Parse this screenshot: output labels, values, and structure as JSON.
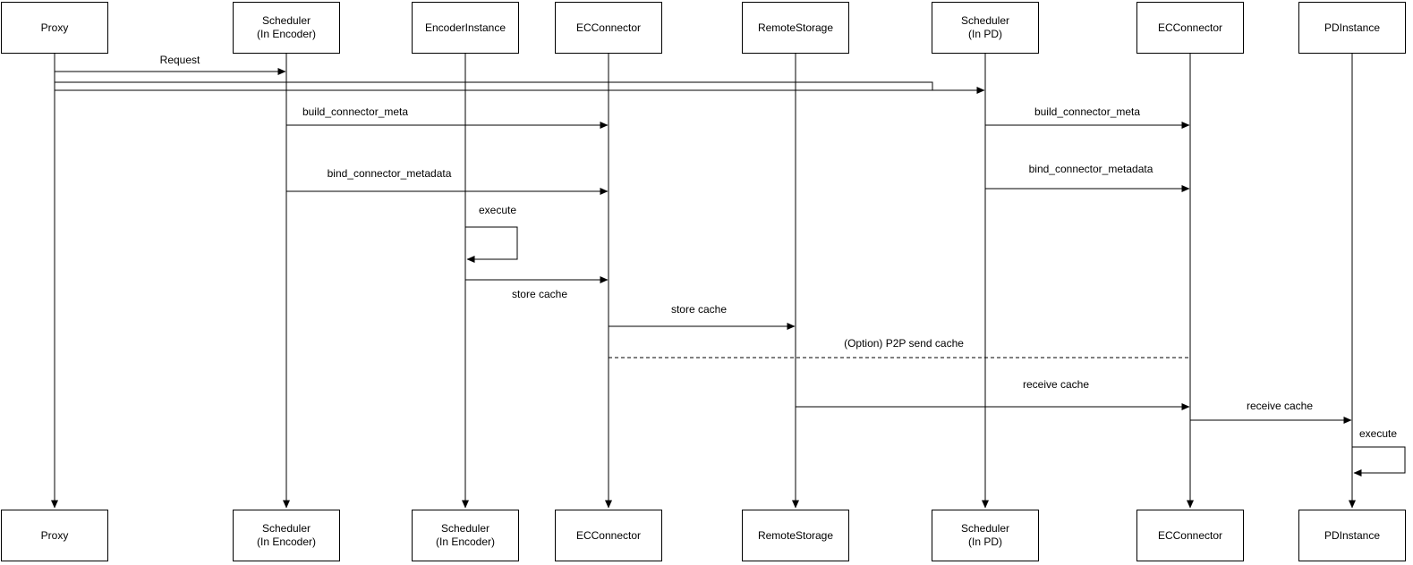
{
  "diagram": {
    "type": "sequence-diagram",
    "colors": {
      "line": "#000000",
      "box_fill": "#ffffff",
      "background": "#ffffff",
      "text": "#000000"
    },
    "actors": [
      {
        "id": "proxy",
        "top_label": "Proxy",
        "bottom_label": "Proxy"
      },
      {
        "id": "scheduler-encoder",
        "top_label": "Scheduler\n(In Encoder)",
        "bottom_label": "Scheduler\n(In Encoder)"
      },
      {
        "id": "encoder-instance",
        "top_label": "EncoderInstance",
        "bottom_label": "Scheduler\n(In Encoder)"
      },
      {
        "id": "ec-connector-1",
        "top_label": "ECConnector",
        "bottom_label": "ECConnector"
      },
      {
        "id": "remote-storage",
        "top_label": "RemoteStorage",
        "bottom_label": "RemoteStorage"
      },
      {
        "id": "scheduler-pd",
        "top_label": "Scheduler\n(In PD)",
        "bottom_label": "Scheduler\n(In PD)"
      },
      {
        "id": "ec-connector-2",
        "top_label": "ECConnector",
        "bottom_label": "ECConnector"
      },
      {
        "id": "pd-instance",
        "top_label": "PDInstance",
        "bottom_label": "PDInstance"
      }
    ],
    "messages": [
      {
        "label": "Request",
        "from": "proxy",
        "to": "scheduler-encoder",
        "style": "solid"
      },
      {
        "label": "",
        "from": "proxy",
        "to": "scheduler-pd",
        "style": "solid"
      },
      {
        "label": "build_connector_meta",
        "from": "scheduler-encoder",
        "to": "ec-connector-1",
        "style": "solid"
      },
      {
        "label": "bind_connector_metadata",
        "from": "scheduler-encoder",
        "to": "ec-connector-1",
        "style": "solid"
      },
      {
        "label": "build_connector_meta",
        "from": "scheduler-pd",
        "to": "ec-connector-2",
        "style": "solid"
      },
      {
        "label": "bind_connector_metadata",
        "from": "scheduler-pd",
        "to": "ec-connector-2",
        "style": "solid"
      },
      {
        "label": "execute",
        "from": "encoder-instance",
        "to": "encoder-instance",
        "style": "self-loop"
      },
      {
        "label": "store cache",
        "from": "encoder-instance",
        "to": "ec-connector-1",
        "style": "solid"
      },
      {
        "label": "store cache",
        "from": "ec-connector-1",
        "to": "remote-storage",
        "style": "solid"
      },
      {
        "label": "(Option) P2P send cache",
        "from": "ec-connector-1",
        "to": "ec-connector-2",
        "style": "dashed"
      },
      {
        "label": "receive cache",
        "from": "remote-storage",
        "to": "ec-connector-2",
        "style": "solid"
      },
      {
        "label": "receive cache",
        "from": "ec-connector-2",
        "to": "pd-instance",
        "style": "solid"
      },
      {
        "label": "execute",
        "from": "pd-instance",
        "to": "pd-instance",
        "style": "self-loop"
      }
    ]
  }
}
